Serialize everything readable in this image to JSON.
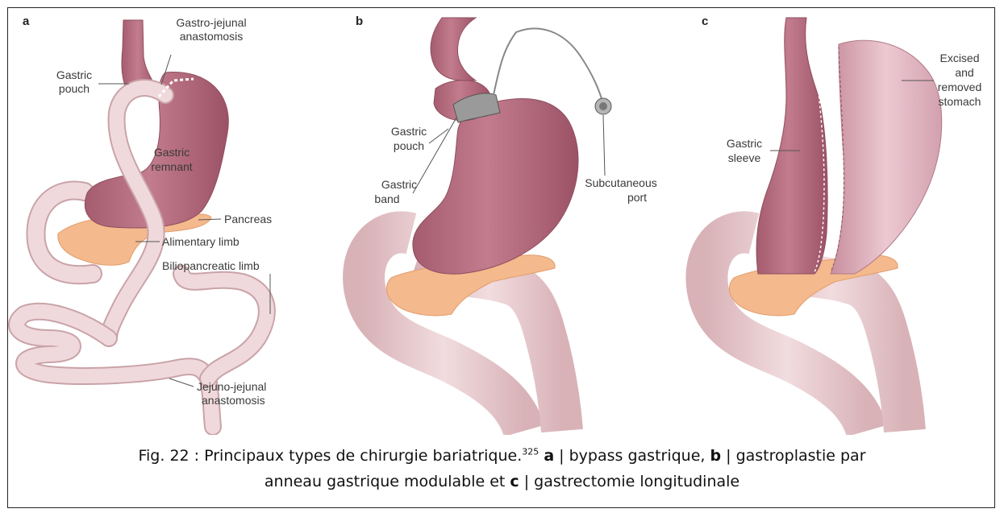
{
  "panels": {
    "a": {
      "letter": "a",
      "labels": {
        "gj_anastomosis_1": "Gastro-jejunal",
        "gj_anastomosis_2": "anastomosis",
        "gastric_pouch_1": "Gastric",
        "gastric_pouch_2": "pouch",
        "gastric_remnant_1": "Gastric",
        "gastric_remnant_2": "remnant",
        "pancreas": "Pancreas",
        "alimentary_limb": "Alimentary limb",
        "biliopancreatic_limb": "Biliopancreatic limb",
        "jj_anastomosis_1": "Jejuno-jejunal",
        "jj_anastomosis_2": "anastomosis"
      }
    },
    "b": {
      "letter": "b",
      "labels": {
        "gastric_pouch_1": "Gastric",
        "gastric_pouch_2": "pouch",
        "gastric_band_1": "Gastric",
        "gastric_band_2": "band",
        "subcutaneous_port_1": "Subcutaneous",
        "subcutaneous_port_2": "port"
      }
    },
    "c": {
      "letter": "c",
      "labels": {
        "gastric_sleeve_1": "Gastric",
        "gastric_sleeve_2": "sleeve",
        "excised_1": "Excised",
        "excised_2": "and",
        "excised_3": "removed",
        "excised_4": "stomach"
      }
    }
  },
  "caption": {
    "prefix": "Fig. 22 : Principaux types de chirurgie bariatrique.",
    "ref": "325",
    "a_letter": "a",
    "a_text": " | bypass gastrique, ",
    "b_letter": "b",
    "b_text": " | gastroplastie par",
    "line2_prefix": "anneau gastrique modulable et ",
    "c_letter": "c",
    "c_text": " | gastrectomie longitudinale"
  },
  "colors": {
    "stomach": "#b56a7c",
    "stomach_light": "#d9a3b1",
    "intestine": "#ecd0d3",
    "intestine_edge": "#c9a3a8",
    "pancreas": "#f4b98c",
    "band": "#9a9a9a",
    "excised": "#e2b8c4"
  }
}
